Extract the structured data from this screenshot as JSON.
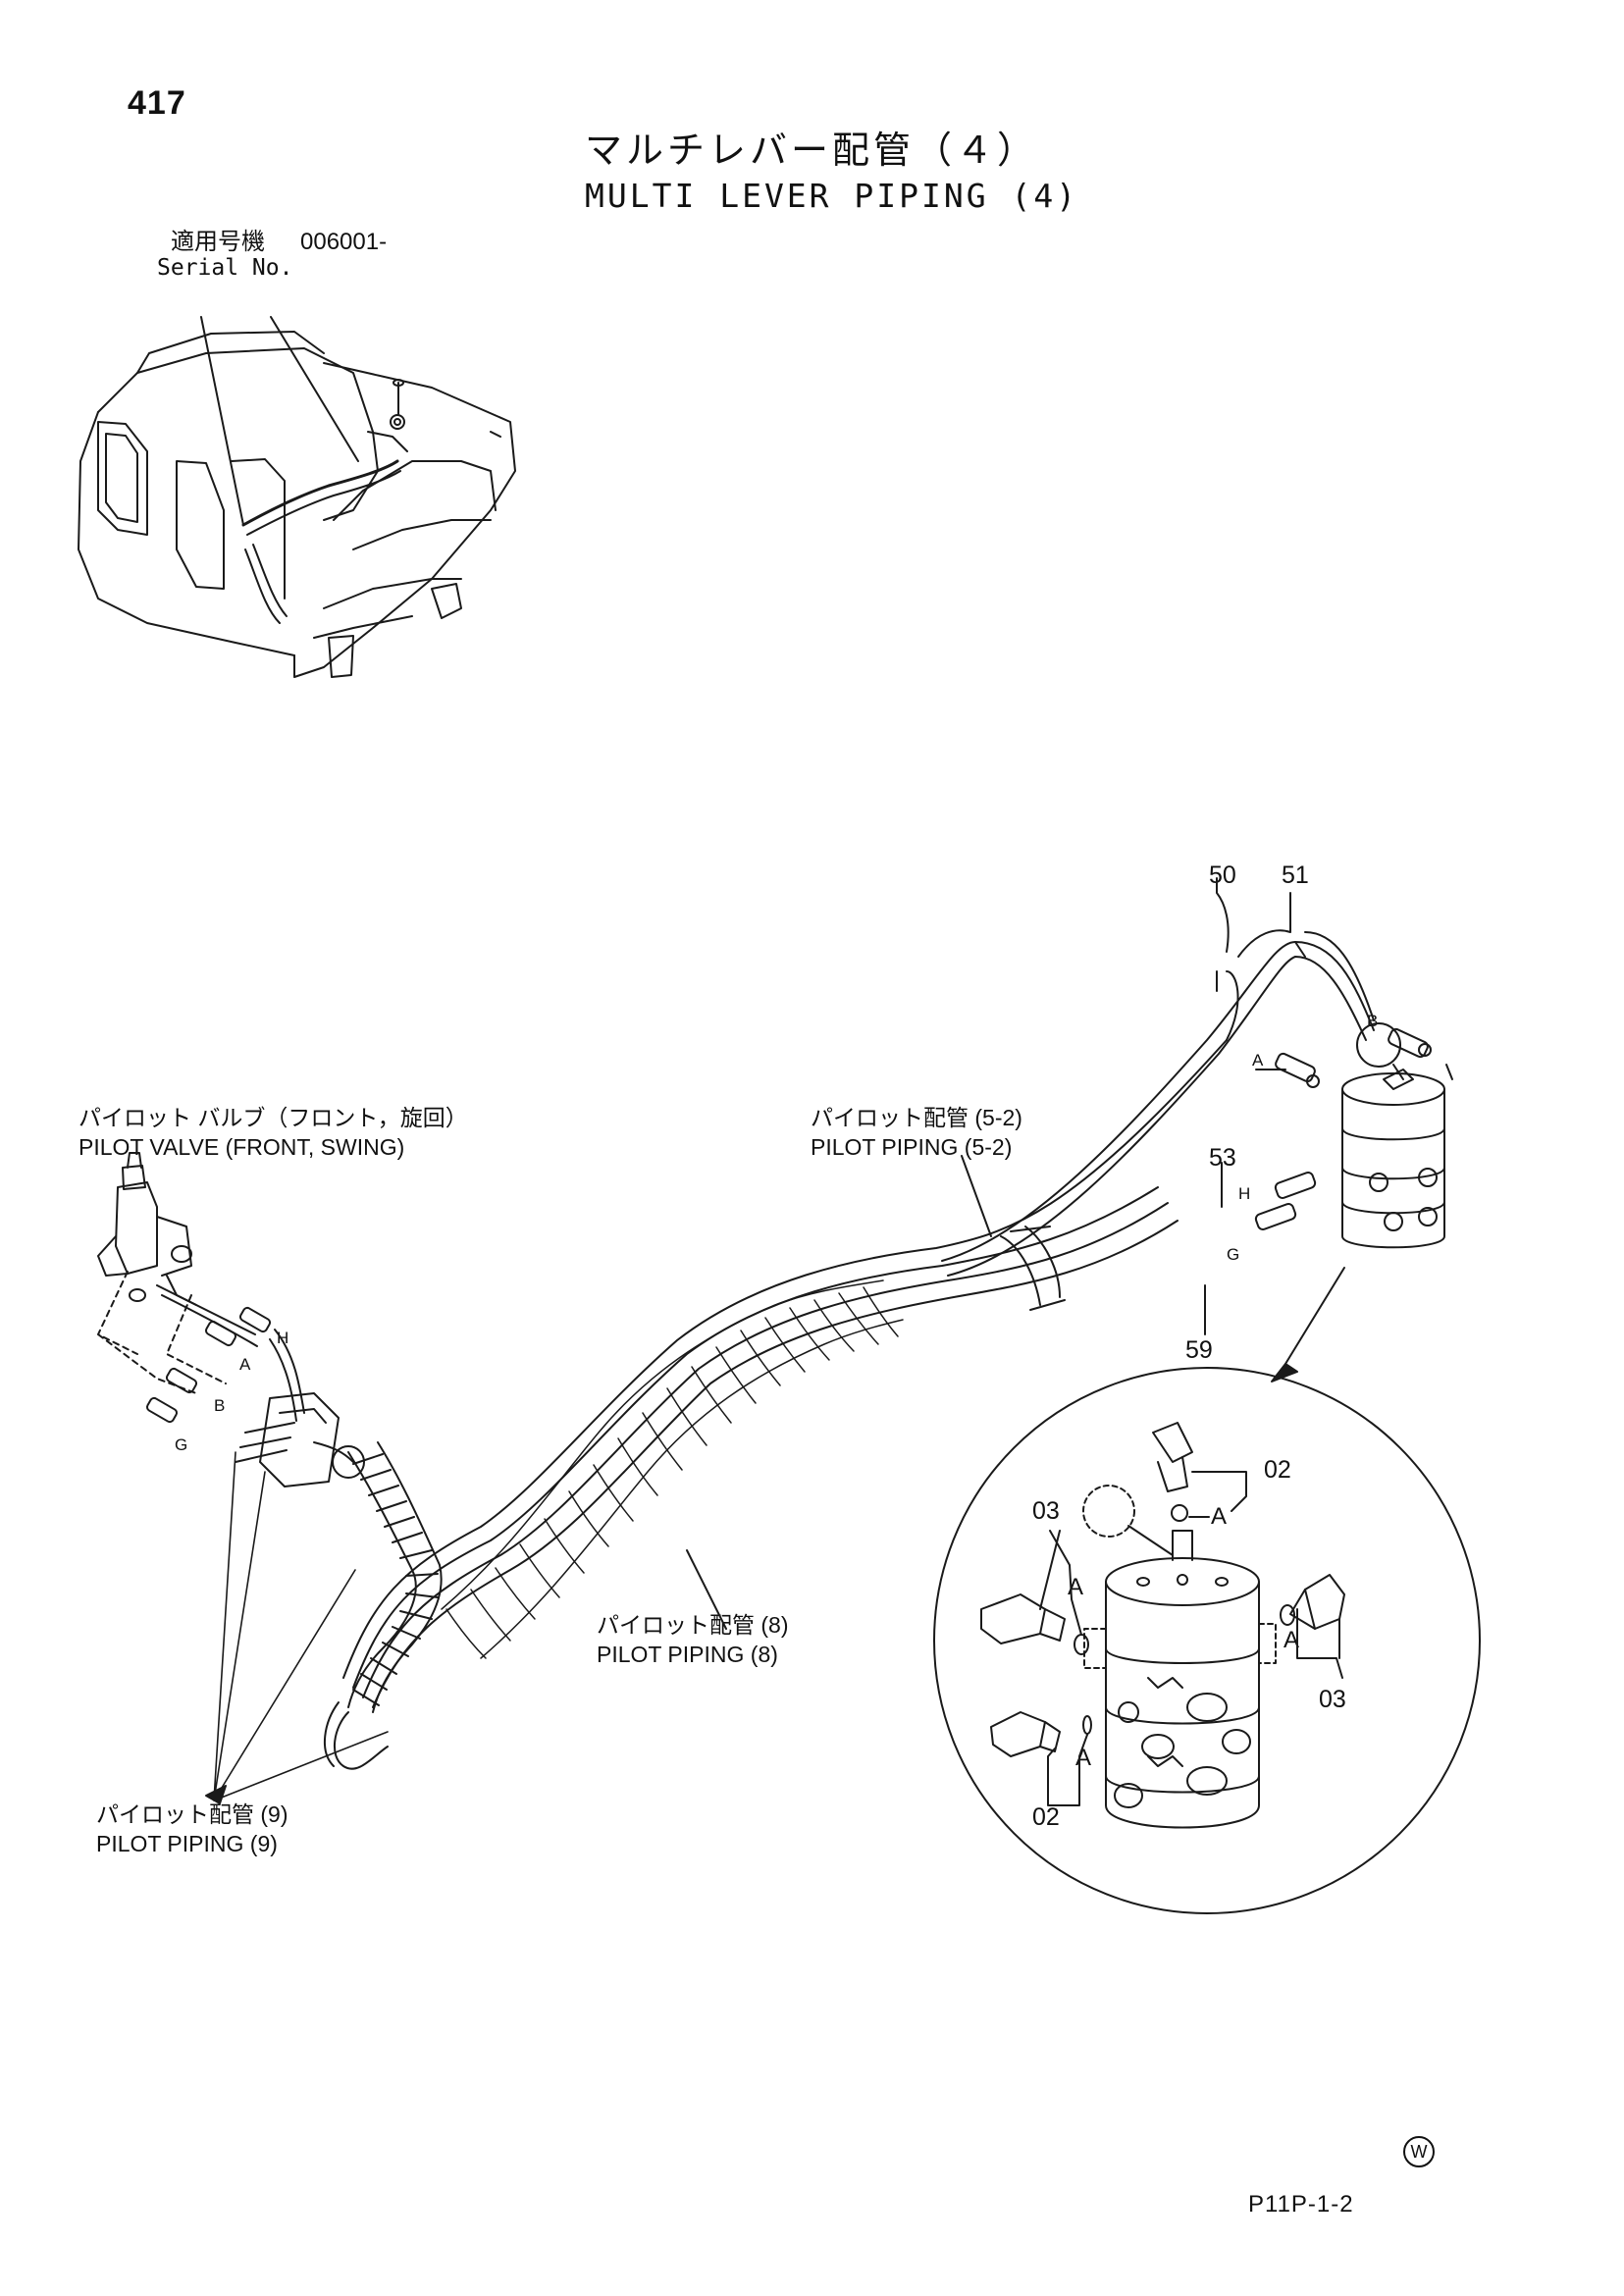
{
  "page_number": "417",
  "title": {
    "jp": "マルチレバー配管（４）",
    "en": "MULTI LEVER PIPING (4)"
  },
  "serial": {
    "label_jp": "適用号機",
    "label_en": "Serial No.",
    "value": "006001-"
  },
  "callouts": {
    "pilot_valve_jp": "パイロット バルブ（フロント，旋回）",
    "pilot_valve_en": "PILOT VALVE (FRONT, SWING)",
    "pilot_piping_52_jp": "パイロット配管 (5-2)",
    "pilot_piping_52_en": "PILOT PIPING (5-2)",
    "pilot_piping_8_jp": "パイロット配管 (8)",
    "pilot_piping_8_en": "PILOT PIPING (8)",
    "pilot_piping_9_jp": "パイロット配管 (9)",
    "pilot_piping_9_en": "PILOT PIPING (9)"
  },
  "part_numbers": {
    "p50": "50",
    "p51": "51",
    "p53": "53",
    "p59": "59",
    "p02_top": "02",
    "p02_bottom": "02",
    "p03_left": "03",
    "p03_right": "03"
  },
  "port_letters": {
    "a_right": "A",
    "b_right": "B",
    "h_right": "H",
    "g_right": "G",
    "h_left": "H",
    "a_left": "A",
    "b_left": "B",
    "g_left": "G",
    "a_detail_1": "A",
    "a_detail_2": "A",
    "a_detail_3": "A",
    "a_detail_4": "A"
  },
  "footer": {
    "drawing_code": "P11P-1-2",
    "mark": "W"
  }
}
